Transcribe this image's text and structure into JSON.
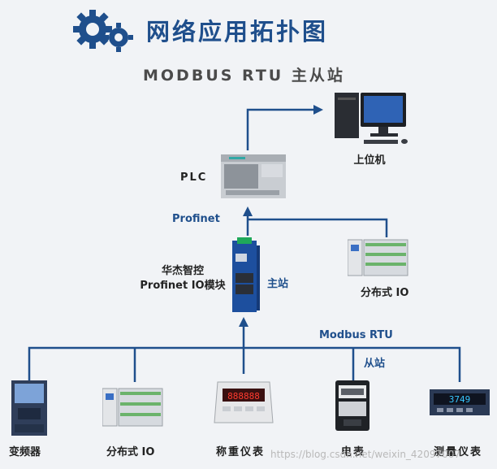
{
  "title": "网络应用拓扑图",
  "subtitle": "MODBUS RTU 主从站",
  "nodes": {
    "pc": "上位机",
    "plc": "PLC",
    "profinet": "Profinet",
    "gateway_line1": "华杰智控",
    "gateway_line2": "Profinet IO模块",
    "master": "主站",
    "distributed_io_top": "分布式 IO",
    "modbus_rtu": "Modbus RTU",
    "slave": "从站",
    "inverter": "变频器",
    "distributed_io_bottom": "分布式 IO",
    "weighing": "称重仪表",
    "meter": "电表",
    "instrument": "测量仪表"
  },
  "instrument_display": "3749",
  "scale_display": "888888",
  "watermark": "https://blog.csdn.net/weixin_42097007",
  "colors": {
    "line": "#1f4f8c",
    "accent": "#1f4f8c"
  }
}
